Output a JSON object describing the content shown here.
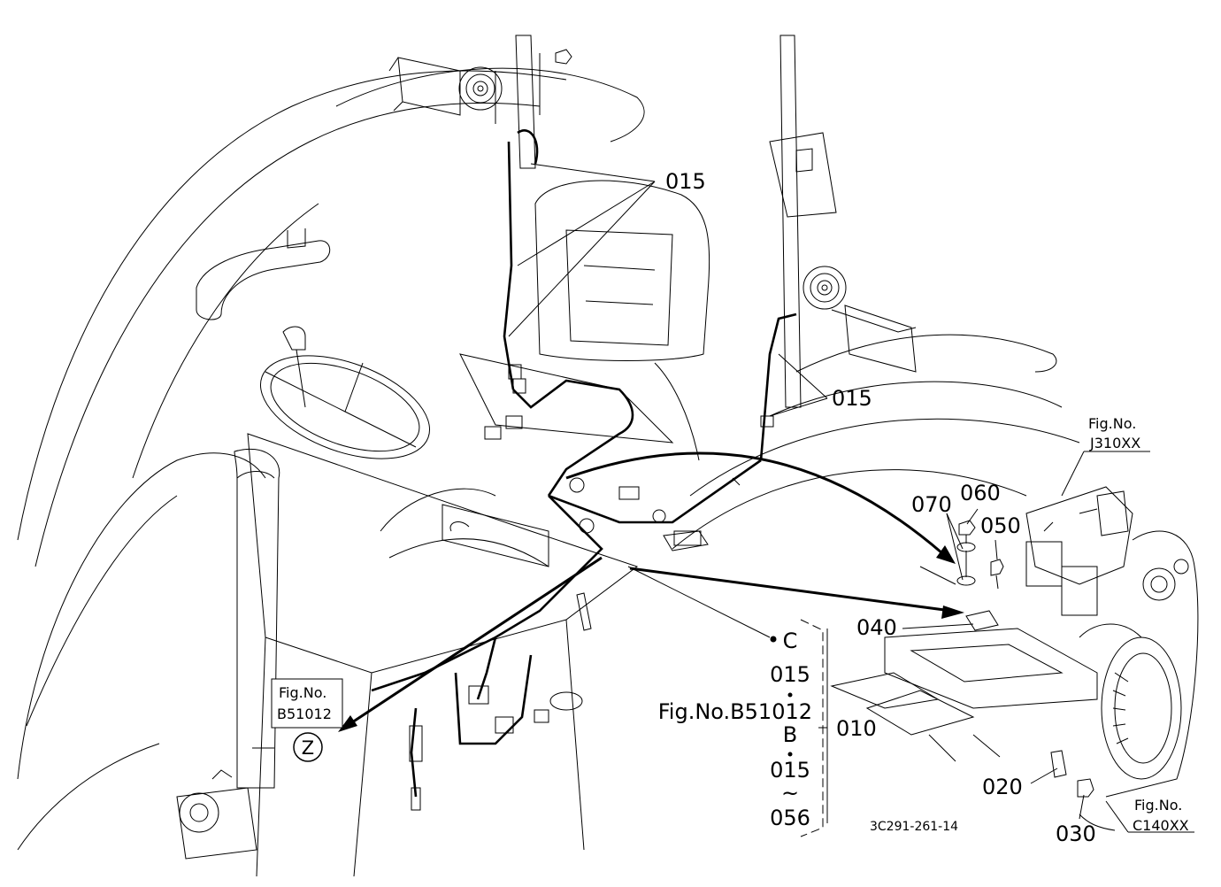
{
  "callouts": {
    "p015_top": "015",
    "p015_right": "015",
    "p070": "070",
    "p060": "060",
    "p050": "050",
    "p040": "040",
    "p010": "010",
    "p020": "020",
    "p030": "030"
  },
  "refs": {
    "j310_line1": "Fig.No.",
    "j310_line2": "J310XX",
    "b51012_line1": "Fig.No.",
    "b51012_line2": "B51012",
    "z_marker": "Z",
    "c140_line1": "Fig.No.",
    "c140_line2": "C140XX"
  },
  "key_column": {
    "c": "C",
    "c015": "015",
    "fig_ref": "Fig.No.B51012",
    "b": "B",
    "b015": "015",
    "tilde": "~",
    "b056": "056"
  },
  "drawing_code": "3C291-261-14"
}
